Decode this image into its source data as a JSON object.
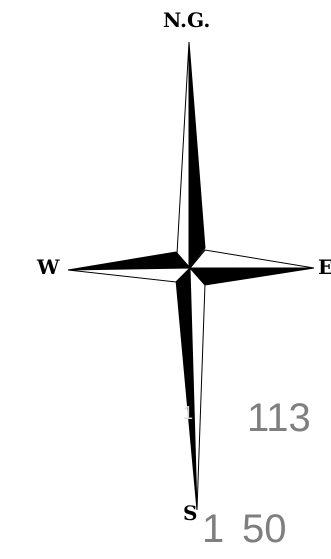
{
  "compass": {
    "north_label": "N.G.",
    "west_label": "W",
    "east_label": "E",
    "south_label": "S"
  },
  "overlay_numbers": {
    "right": "113",
    "bottom_left": "1",
    "bottom_right": "50"
  }
}
